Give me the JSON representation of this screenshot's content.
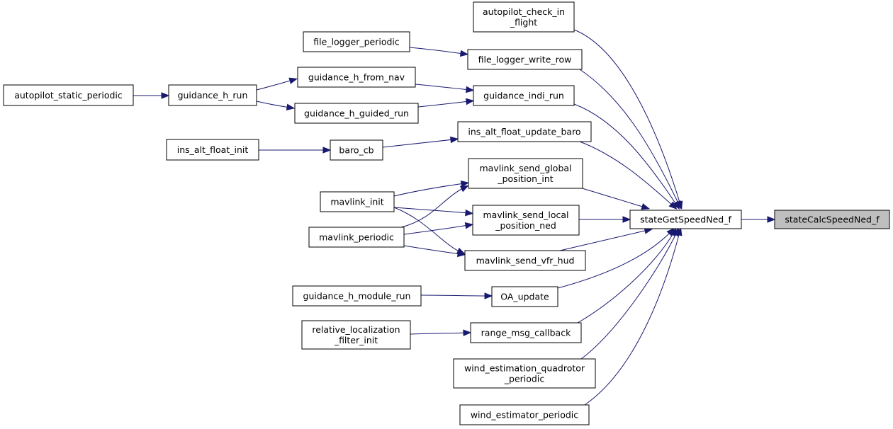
{
  "nodes": {
    "autopilot_static_periodic": [
      "autopilot_static_periodic"
    ],
    "guidance_h_run": [
      "guidance_h_run"
    ],
    "guidance_h_from_nav": [
      "guidance_h_from_nav"
    ],
    "guidance_h_guided_run": [
      "guidance_h_guided_run"
    ],
    "file_logger_periodic": [
      "file_logger_periodic"
    ],
    "autopilot_check_in_flight": [
      "autopilot_check_in",
      "_flight"
    ],
    "file_logger_write_row": [
      "file_logger_write_row"
    ],
    "guidance_indi_run": [
      "guidance_indi_run"
    ],
    "ins_alt_float_init": [
      "ins_alt_float_init"
    ],
    "baro_cb": [
      "baro_cb"
    ],
    "ins_alt_float_update_baro": [
      "ins_alt_float_update_baro"
    ],
    "mavlink_init": [
      "mavlink_init"
    ],
    "mavlink_periodic": [
      "mavlink_periodic"
    ],
    "mavlink_send_global_position_int": [
      "mavlink_send_global",
      "_position_int"
    ],
    "mavlink_send_local_position_ned": [
      "mavlink_send_local",
      "_position_ned"
    ],
    "mavlink_send_vfr_hud": [
      "mavlink_send_vfr_hud"
    ],
    "guidance_h_module_run": [
      "guidance_h_module_run"
    ],
    "OA_update": [
      "OA_update"
    ],
    "relative_localization_filter_init": [
      "relative_localization",
      "_filter_init"
    ],
    "range_msg_callback": [
      "range_msg_callback"
    ],
    "wind_estimation_quadrotor_periodic": [
      "wind_estimation_quadrotor",
      "_periodic"
    ],
    "wind_estimator_periodic": [
      "wind_estimator_periodic"
    ],
    "stateGetSpeedNed_f": [
      "stateGetSpeedNed_f"
    ],
    "stateCalcSpeedNed_f": [
      "stateCalcSpeedNed_f"
    ]
  },
  "highlighted": "stateCalcSpeedNed_f",
  "edges": [
    [
      "autopilot_static_periodic",
      "guidance_h_run"
    ],
    [
      "guidance_h_run",
      "guidance_h_from_nav"
    ],
    [
      "guidance_h_run",
      "guidance_h_guided_run"
    ],
    [
      "guidance_h_from_nav",
      "guidance_indi_run"
    ],
    [
      "guidance_h_guided_run",
      "guidance_indi_run"
    ],
    [
      "file_logger_periodic",
      "file_logger_write_row"
    ],
    [
      "ins_alt_float_init",
      "baro_cb"
    ],
    [
      "baro_cb",
      "ins_alt_float_update_baro"
    ],
    [
      "mavlink_init",
      "mavlink_send_global_position_int"
    ],
    [
      "mavlink_init",
      "mavlink_send_local_position_ned"
    ],
    [
      "mavlink_init",
      "mavlink_send_vfr_hud"
    ],
    [
      "mavlink_periodic",
      "mavlink_send_global_position_int"
    ],
    [
      "mavlink_periodic",
      "mavlink_send_local_position_ned"
    ],
    [
      "mavlink_periodic",
      "mavlink_send_vfr_hud"
    ],
    [
      "guidance_h_module_run",
      "OA_update"
    ],
    [
      "relative_localization_filter_init",
      "range_msg_callback"
    ],
    [
      "autopilot_check_in_flight",
      "stateGetSpeedNed_f"
    ],
    [
      "file_logger_write_row",
      "stateGetSpeedNed_f"
    ],
    [
      "guidance_indi_run",
      "stateGetSpeedNed_f"
    ],
    [
      "ins_alt_float_update_baro",
      "stateGetSpeedNed_f"
    ],
    [
      "mavlink_send_global_position_int",
      "stateGetSpeedNed_f"
    ],
    [
      "mavlink_send_local_position_ned",
      "stateGetSpeedNed_f"
    ],
    [
      "mavlink_send_vfr_hud",
      "stateGetSpeedNed_f"
    ],
    [
      "OA_update",
      "stateGetSpeedNed_f"
    ],
    [
      "range_msg_callback",
      "stateGetSpeedNed_f"
    ],
    [
      "wind_estimation_quadrotor_periodic",
      "stateGetSpeedNed_f"
    ],
    [
      "wind_estimator_periodic",
      "stateGetSpeedNed_f"
    ],
    [
      "stateGetSpeedNed_f",
      "stateCalcSpeedNed_f"
    ]
  ]
}
